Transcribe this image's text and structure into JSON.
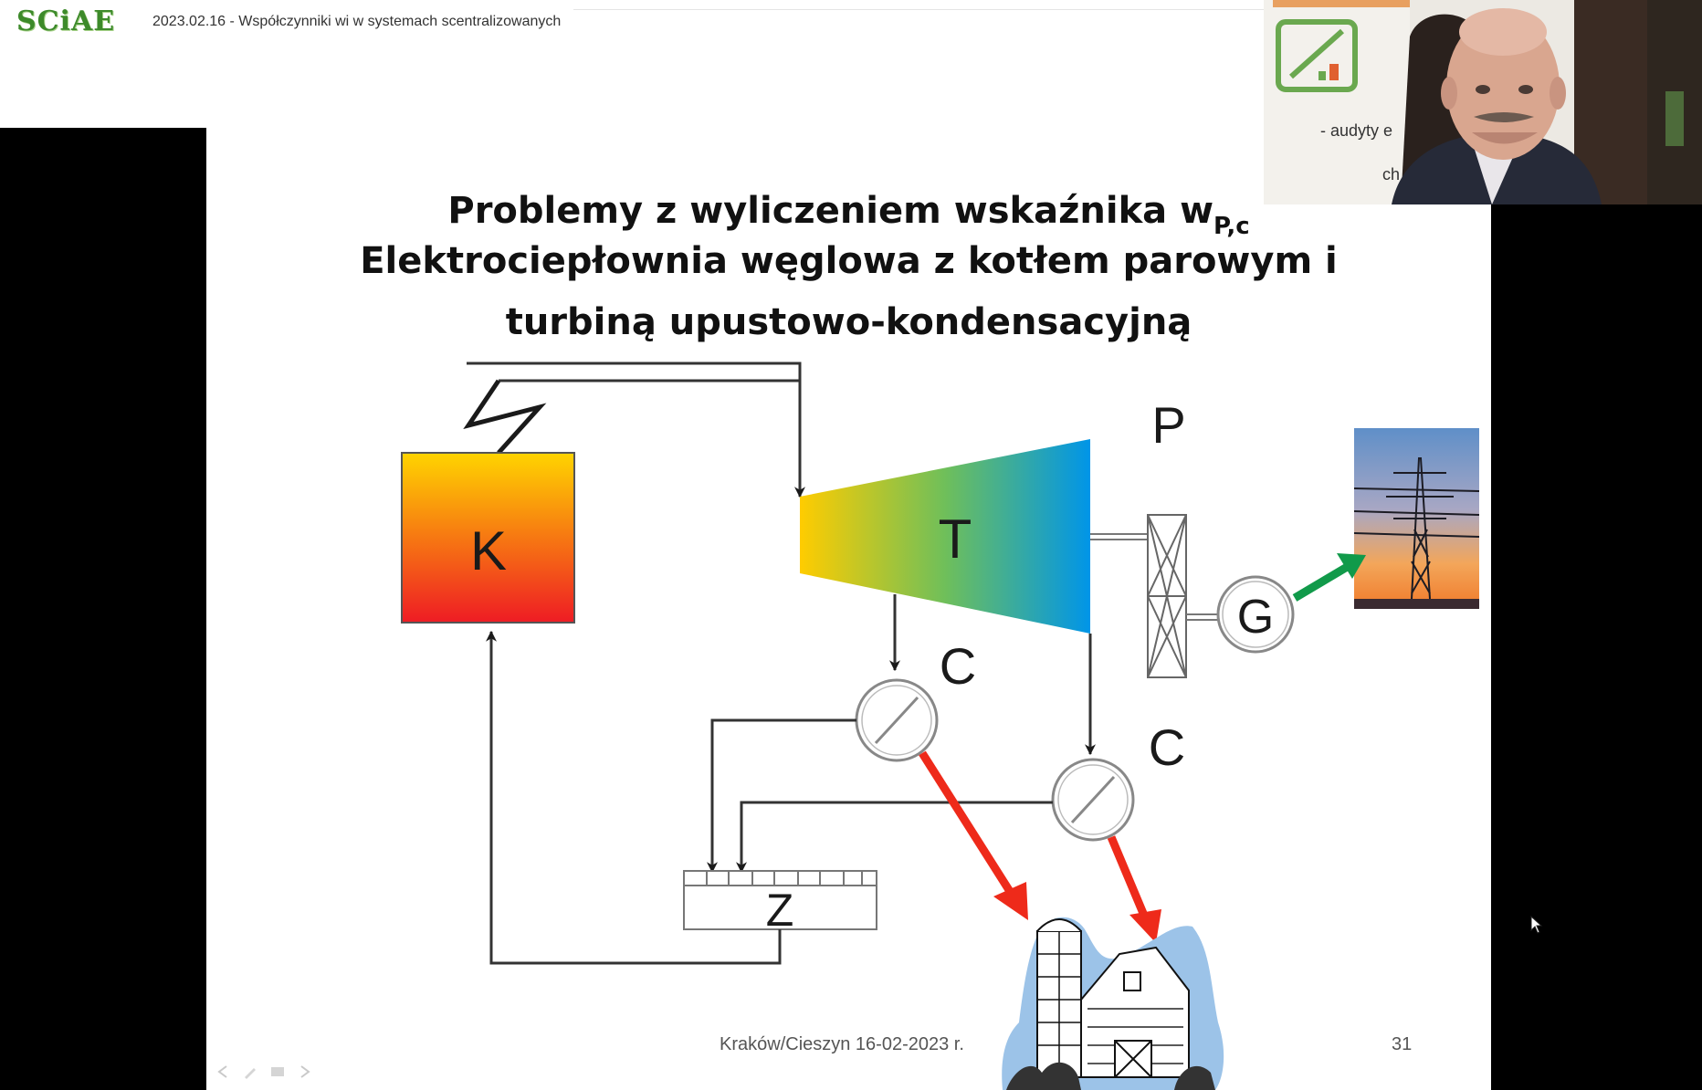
{
  "header": {
    "logo_text": "SCiAE",
    "session_title": "2023.02.16 - Współczynniki wi w systemach scentralizowanych"
  },
  "slide": {
    "title_line_1": "Problemy z wyliczeniem wskaźnika w",
    "title_subscript": "P,c",
    "title_line_2": "Elektrociepłownia węglowa z kotłem parowym i",
    "title_line_3": "turbiną upustowo-kondensacyjną",
    "footer": "Kraków/Cieszyn 16-02-2023  r.",
    "page_number": "31"
  },
  "diagram": {
    "boiler_label": "K",
    "turbine_label": "T",
    "power_label": "P",
    "generator_label": "G",
    "condenser_label_1": "C",
    "condenser_label_2": "C",
    "tank_label": "Z"
  },
  "webcam": {
    "banner_text": "- audyty e",
    "banner_text_2": "ch"
  },
  "colors": {
    "boiler_top": "#ffd400",
    "boiler_bottom": "#ee1c24",
    "turbine_left": "#ffcc00",
    "turbine_right": "#0095e8",
    "heat_arrow": "#ee2a1a",
    "power_arrow": "#119a4a",
    "logo_green": "#3d8a2a"
  }
}
